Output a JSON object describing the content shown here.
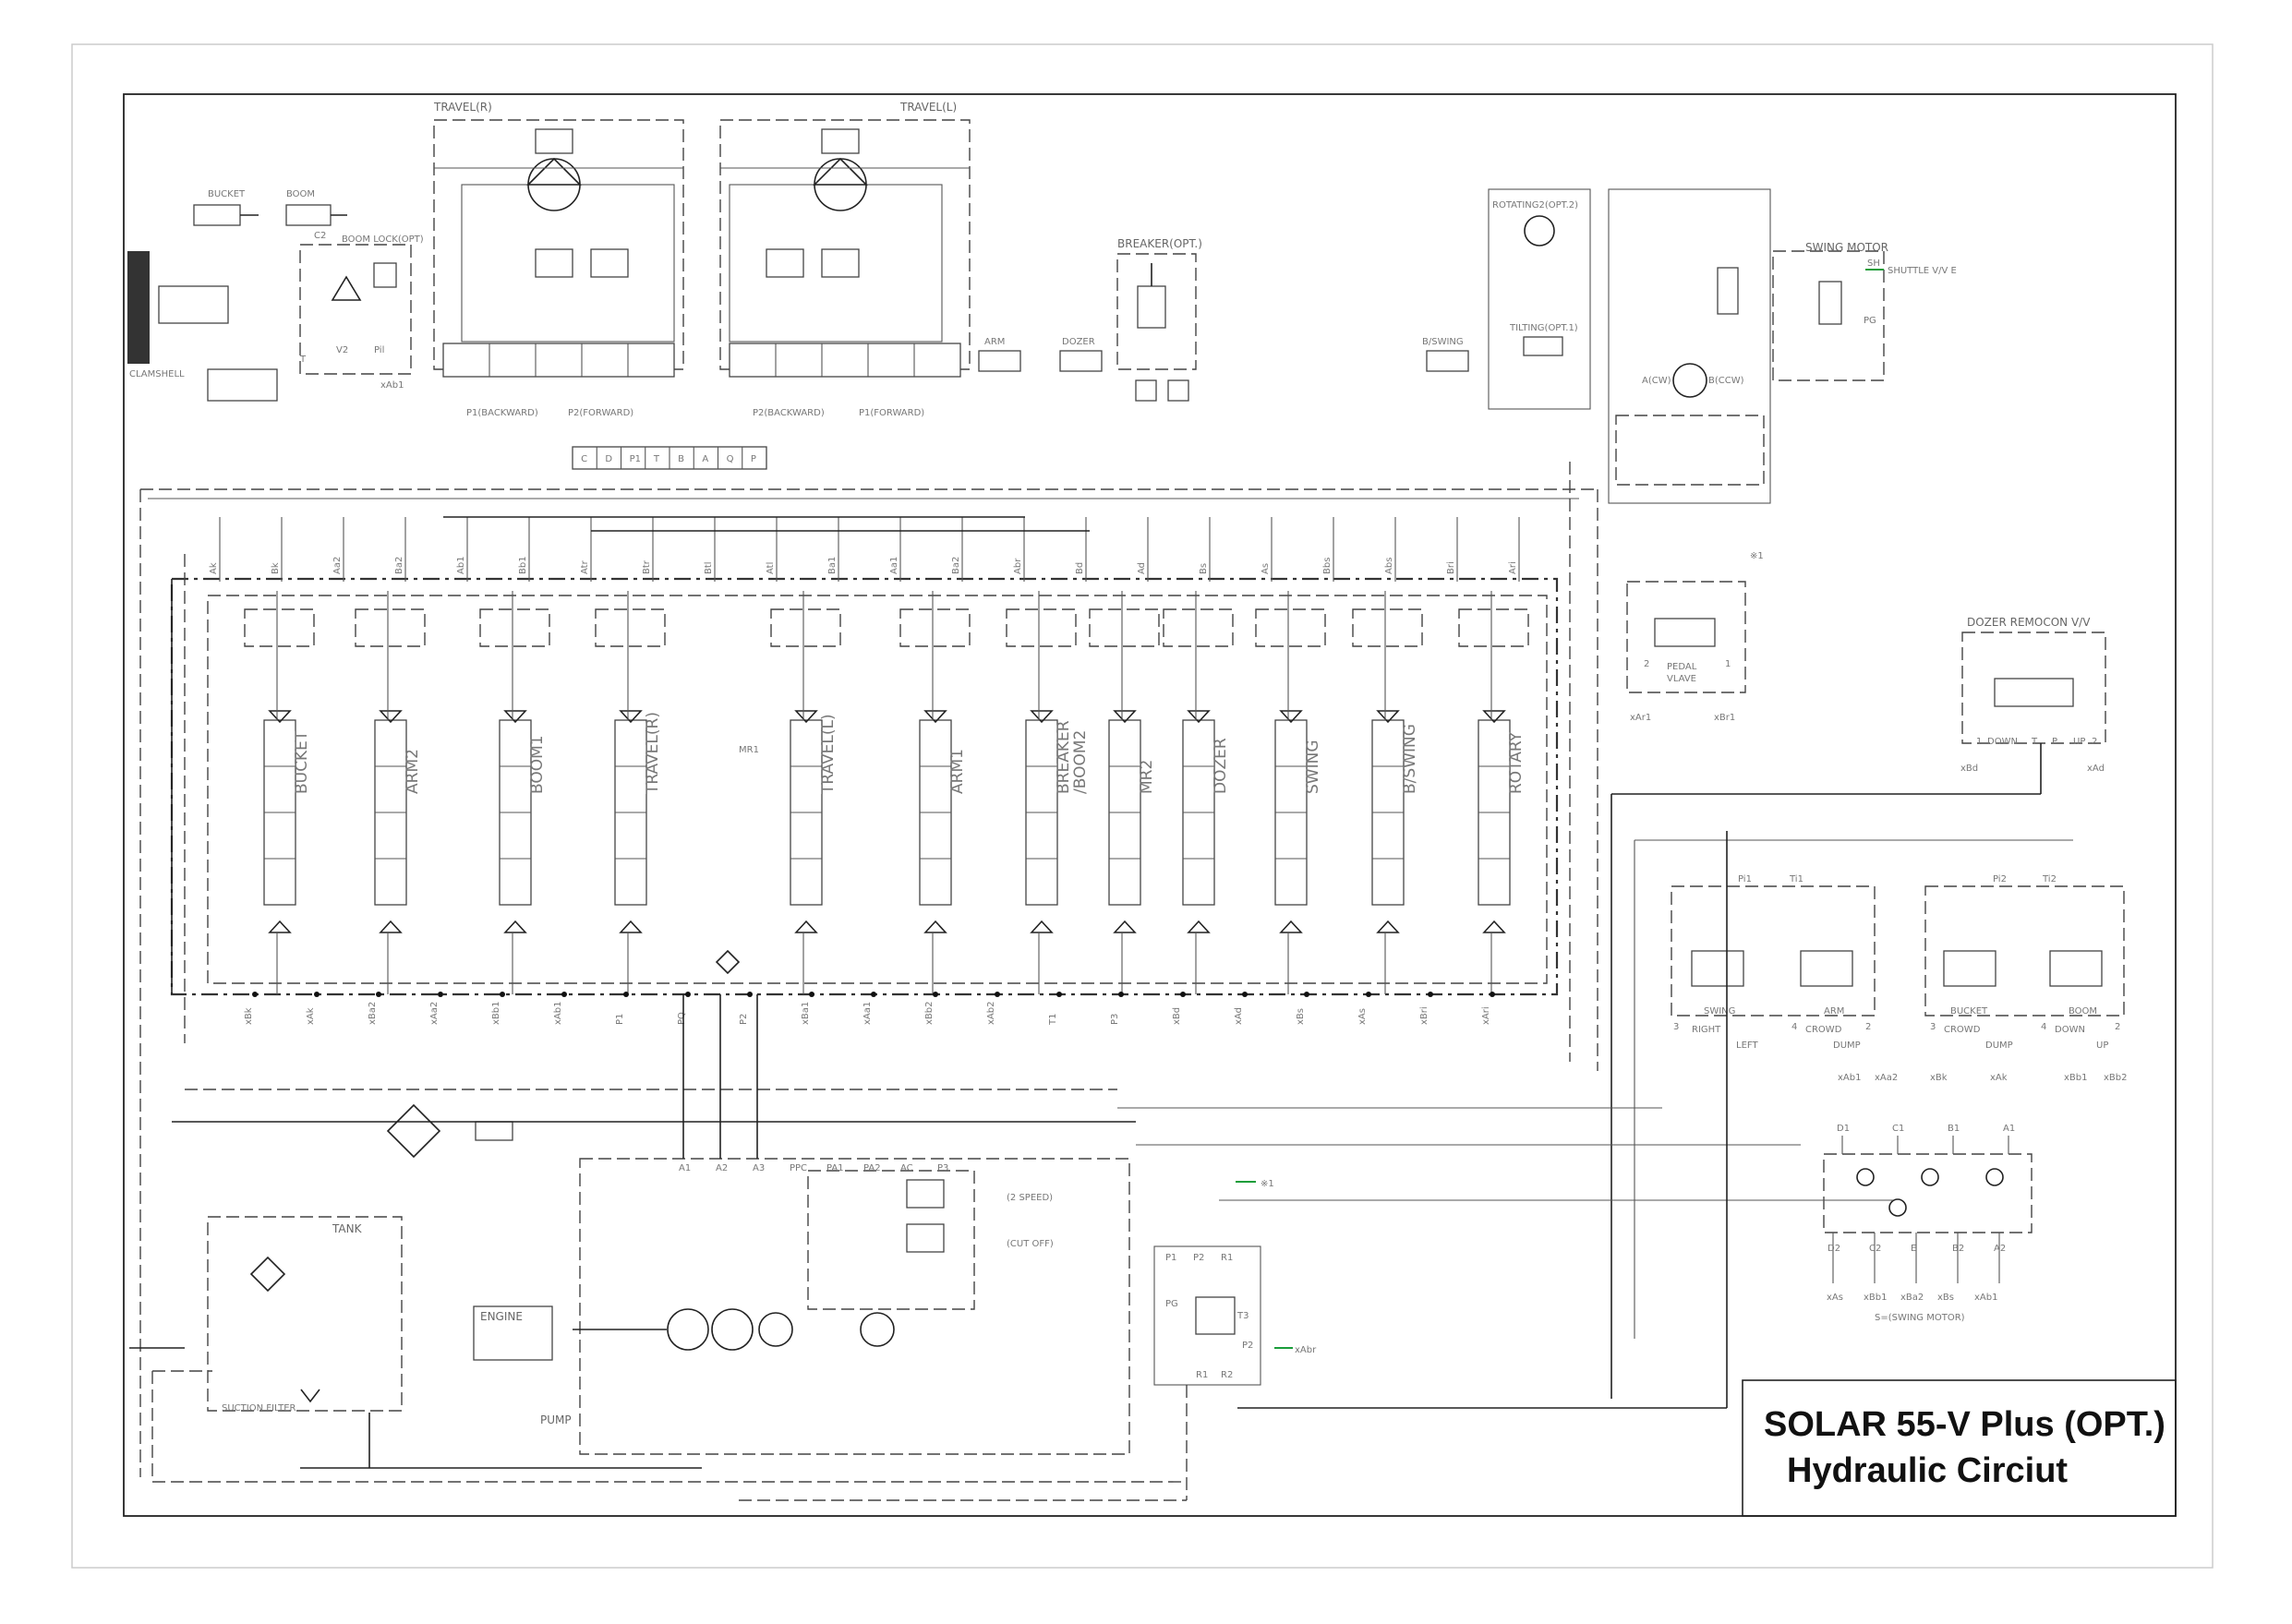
{
  "title_block": {
    "model": "SOLAR 55-V Plus (OPT.)",
    "subtitle": "Hydraulic Circiut"
  },
  "travel_motors": {
    "right_label": "TRAVEL(R)",
    "left_label": "TRAVEL(L)",
    "ports_right": [
      "P1(BACKWARD)",
      "P2(FORWARD)"
    ],
    "ports_left": [
      "P2(BACKWARD)",
      "P1(FORWARD)"
    ]
  },
  "swivel_ports": [
    "C",
    "D",
    "P1",
    "T",
    "B",
    "A",
    "Q",
    "P"
  ],
  "top_left": {
    "bucket": "BUCKET",
    "boom": "BOOM",
    "boom_lock": "BOOM LOCK(OPT)",
    "clamshell": "CLAMSHELL",
    "ports": [
      "C2",
      "V2",
      "T",
      "Pil",
      "xAb1"
    ]
  },
  "breaker_label": "BREAKER(OPT.)",
  "cylinders": {
    "arm": "ARM",
    "dozer": "DOZER",
    "bswing": "B/SWING"
  },
  "rotating": {
    "motor": "ROTATING2(OPT.2)",
    "cyl": "TILTING(OPT.1)"
  },
  "swing_motor": {
    "label": "SWING MOTOR",
    "ports": [
      "SH",
      "PG",
      "A(CW)",
      "B(CCW)"
    ],
    "shuttle": "SHUTTLE V/V E"
  },
  "pedal_valve": {
    "label": "PEDAL\nVLAVE",
    "ports": [
      "2",
      "1",
      "xAr1",
      "xBr1"
    ],
    "note": "※1"
  },
  "dozer_remocon": {
    "label": "DOZER REMOCON V/V",
    "ports": [
      "1",
      "DOWN",
      "T",
      "P",
      "UP",
      "2"
    ],
    "signals": [
      "xBd",
      "xAd"
    ]
  },
  "control_valve": {
    "sections": [
      "BUCKET",
      "ARM2",
      "BOOM1",
      "TRAVEL(R)",
      "TRAVEL(L)",
      "ARM1",
      "BREAKER\n/BOOM2",
      "MR2",
      "DOZER",
      "SWING",
      "B/SWING",
      "ROTARY"
    ],
    "top_ports": [
      "Ak",
      "Bk",
      "Aa2",
      "Ba2",
      "Ab1",
      "Bb1",
      "Atr",
      "Btr",
      "Btl",
      "Atl",
      "Ba1",
      "Aa1",
      "Ba2",
      "Abr",
      "Bd",
      "Ad",
      "Bs",
      "As",
      "Bbs",
      "Abs",
      "Bri",
      "Ari"
    ],
    "bottom_ports": [
      "xBk",
      "xAk",
      "xBa2",
      "xAa2",
      "xBb1",
      "xAb1",
      "P1",
      "PQ",
      "P2",
      "xBa1",
      "xAa1",
      "xBb2",
      "xAb2",
      "T1",
      "P3",
      "xBd",
      "xAd",
      "xBs",
      "xAs",
      "xBri",
      "xAri"
    ],
    "relief_label": "MR1"
  },
  "rcv_left": {
    "labels": [
      "SWING",
      "ARM"
    ],
    "ports": [
      "Pi1",
      "Ti1",
      "3",
      "RIGHT",
      "LEFT",
      "4",
      "CROWD",
      "2",
      "DUMP"
    ],
    "signals": [
      "xAb1",
      "xAa2"
    ]
  },
  "rcv_right": {
    "labels": [
      "BUCKET",
      "BOOM"
    ],
    "ports": [
      "Pi2",
      "Ti2",
      "3",
      "CROWD",
      "DUMP",
      "4",
      "DOWN",
      "2",
      "UP"
    ],
    "signals": [
      "xBk",
      "xAk",
      "xBb1",
      "xBb2"
    ]
  },
  "shuttle_block": {
    "top_ports": [
      "D1",
      "C1",
      "B1",
      "A1"
    ],
    "bottom_ports": [
      "D2",
      "C2",
      "E",
      "B2",
      "A2"
    ],
    "signals": [
      "xAs",
      "xBb1",
      "xBa2",
      "xBs",
      "xAb1"
    ],
    "note": "S=(SWING MOTOR)"
  },
  "pump_group": {
    "tank": "TANK",
    "suction": "SUCTION FILTER",
    "engine": "ENGINE",
    "pump": "PUMP",
    "ports": [
      "A1",
      "A2",
      "A3",
      "PPC",
      "PA1",
      "PA2",
      "AC",
      "P3"
    ],
    "solenoid_notes": [
      "(2 SPEED)",
      "(CUT OFF)"
    ]
  },
  "pilot_block": {
    "ports": [
      "P1",
      "P2",
      "R1",
      "PG",
      "T3",
      "R1",
      "R2",
      "P2"
    ],
    "signals": [
      "※1",
      "xAbr"
    ]
  }
}
